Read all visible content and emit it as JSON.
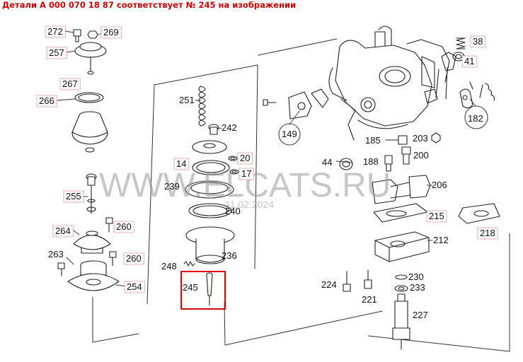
{
  "header": {
    "text": "Детали A 000 070 18 87 соответствует № 245 на изображении",
    "color": "#cc0000"
  },
  "watermark": {
    "site": "WWW.ELCATS.RU",
    "date": "11.02.2024"
  },
  "highlight": {
    "part": "245",
    "color": "#dd0000"
  },
  "parts": [
    {
      "id": "272",
      "boxed": true
    },
    {
      "id": "269",
      "boxed": true
    },
    {
      "id": "257",
      "boxed": true
    },
    {
      "id": "267",
      "boxed": true
    },
    {
      "id": "266",
      "boxed": true
    },
    {
      "id": "255",
      "boxed": true
    },
    {
      "id": "264",
      "boxed": true
    },
    {
      "id": "260",
      "boxed": true
    },
    {
      "id": "260",
      "boxed": true
    },
    {
      "id": "263",
      "boxed": false
    },
    {
      "id": "254",
      "boxed": true
    },
    {
      "id": "251",
      "boxed": false
    },
    {
      "id": "242",
      "boxed": false
    },
    {
      "id": "14",
      "boxed": true
    },
    {
      "id": "20",
      "boxed": true
    },
    {
      "id": "17",
      "boxed": true
    },
    {
      "id": "239",
      "boxed": false
    },
    {
      "id": "240",
      "boxed": false
    },
    {
      "id": "236",
      "boxed": false
    },
    {
      "id": "248",
      "boxed": false
    },
    {
      "id": "245",
      "boxed": false
    },
    {
      "id": "38",
      "boxed": true
    },
    {
      "id": "41",
      "boxed": true
    },
    {
      "id": "149",
      "boxed": false
    },
    {
      "id": "182",
      "boxed": false
    },
    {
      "id": "185",
      "boxed": false
    },
    {
      "id": "203",
      "boxed": false
    },
    {
      "id": "44",
      "boxed": false
    },
    {
      "id": "188",
      "boxed": false
    },
    {
      "id": "200",
      "boxed": false
    },
    {
      "id": "206",
      "boxed": false
    },
    {
      "id": "215",
      "boxed": true
    },
    {
      "id": "218",
      "boxed": true
    },
    {
      "id": "212",
      "boxed": false
    },
    {
      "id": "224",
      "boxed": false
    },
    {
      "id": "230",
      "boxed": false
    },
    {
      "id": "233",
      "boxed": false
    },
    {
      "id": "221",
      "boxed": false
    },
    {
      "id": "227",
      "boxed": false
    }
  ]
}
